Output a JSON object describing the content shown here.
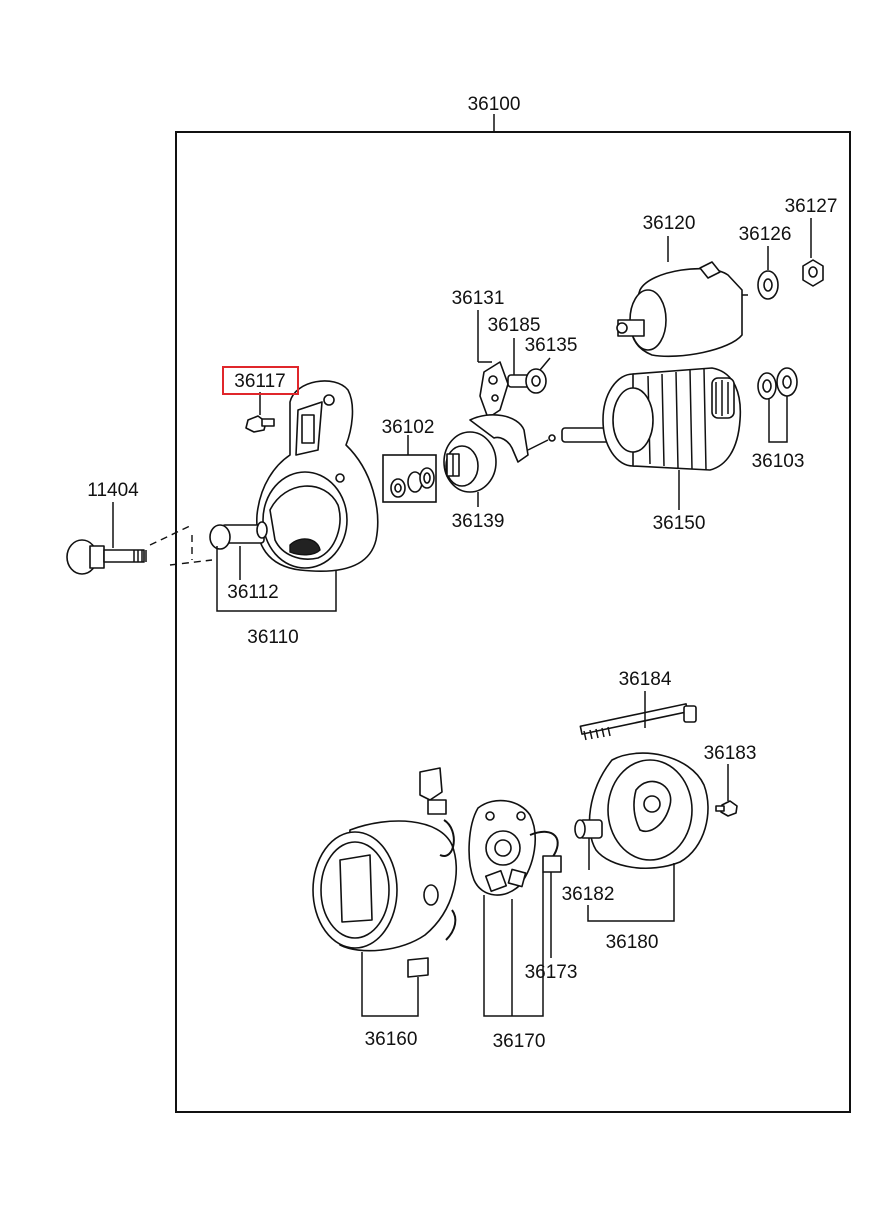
{
  "assembly": {
    "part_number": "36100"
  },
  "callouts": {
    "p36120": "36120",
    "p36126": "36126",
    "p36127": "36127",
    "p36131": "36131",
    "p36185": "36185",
    "p36135": "36135",
    "p36117": "36117",
    "p36102": "36102",
    "p11404": "11404",
    "p36139": "36139",
    "p36150": "36150",
    "p36103": "36103",
    "p36112": "36112",
    "p36110": "36110",
    "p36184": "36184",
    "p36183": "36183",
    "p36182": "36182",
    "p36180": "36180",
    "p36173": "36173",
    "p36160": "36160",
    "p36170": "36170"
  },
  "highlight": {
    "part_number": "36117",
    "color": "#e0262b"
  }
}
